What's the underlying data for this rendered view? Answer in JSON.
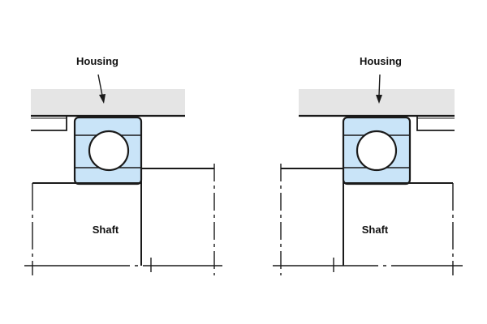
{
  "diagram": {
    "panels": [
      {
        "housing_label": "Housing",
        "shaft_label": "Shaft",
        "shoulder_side": "left"
      },
      {
        "housing_label": "Housing",
        "shaft_label": "Shaft",
        "shoulder_side": "right"
      }
    ],
    "colors": {
      "housing_fill": "#e5e5e5",
      "bearing_fill": "#c9e4f8",
      "line": "#1a1a1a",
      "background": "#ffffff"
    }
  }
}
